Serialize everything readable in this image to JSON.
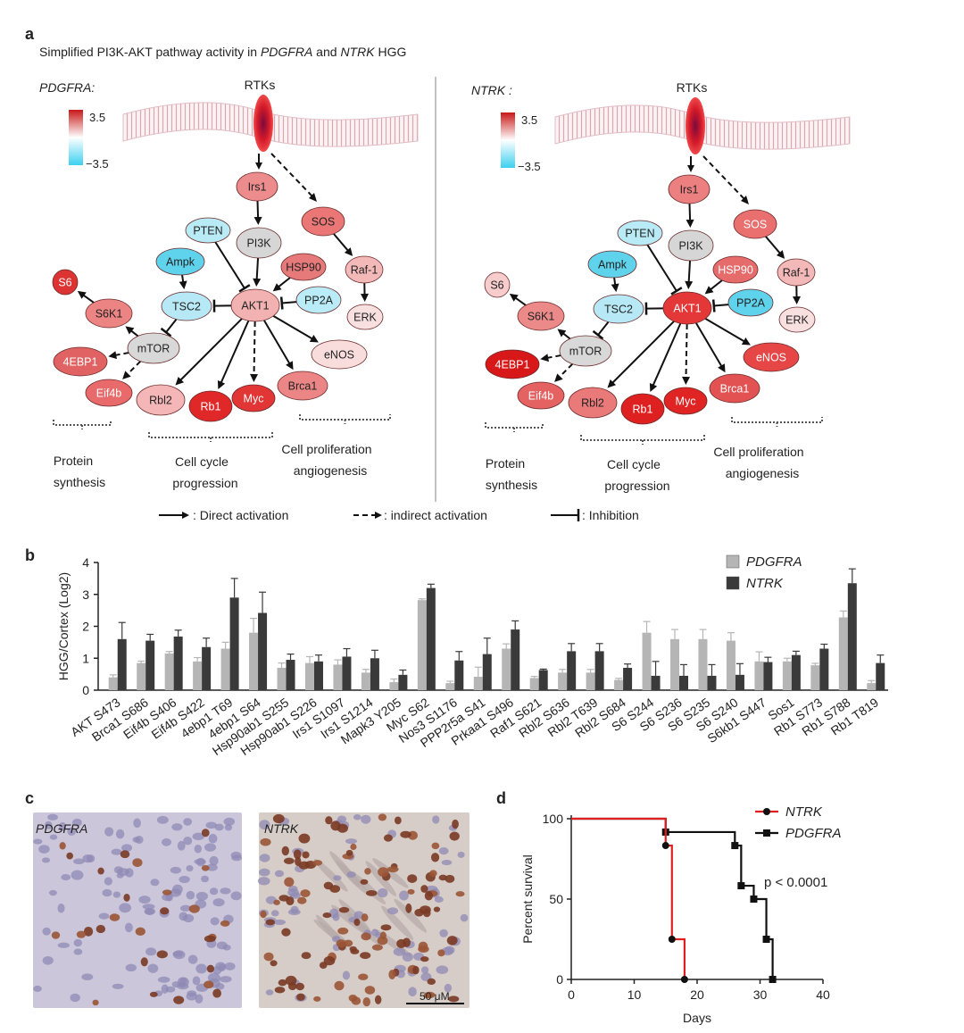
{
  "figure": {
    "panel_a": {
      "letter": "a",
      "title_parts": [
        "Simplified PI3K-AKT pathway activity in ",
        "PDGFRA",
        " and ",
        "NTRK",
        " HGG"
      ],
      "scale_max": "3.5",
      "scale_min": "−3.5",
      "membrane_label": "RTKs",
      "colors": {
        "up": "#e02020",
        "down": "#46d3ef",
        "neutral": "#d4d4d4"
      },
      "diagrams": [
        {
          "label": "PDGFRA:",
          "nodes": [
            {
              "id": "irs1",
              "text": "Irs1",
              "color": "#ec8c8c"
            },
            {
              "id": "sos",
              "text": "SOS",
              "color": "#ea7676"
            },
            {
              "id": "pten",
              "text": "PTEN",
              "color": "#b9ebf6"
            },
            {
              "id": "pi3k",
              "text": "PI3K",
              "color": "#d6d6d6"
            },
            {
              "id": "hsp90",
              "text": "HSP90",
              "color": "#e67a7a"
            },
            {
              "id": "raf1",
              "text": "Raf-1",
              "color": "#f3b8b8"
            },
            {
              "id": "ampk",
              "text": "Ampk",
              "color": "#5fd2ec"
            },
            {
              "id": "akt1",
              "text": "AKT1",
              "color": "#f2b2b2"
            },
            {
              "id": "pp2a",
              "text": "PP2A",
              "color": "#b9ecf6"
            },
            {
              "id": "erk",
              "text": "ERK",
              "color": "#f8e0e0"
            },
            {
              "id": "tsc2",
              "text": "TSC2",
              "color": "#b6e9f5"
            },
            {
              "id": "s6",
              "text": "S6",
              "color": "#dc3333"
            },
            {
              "id": "s6k1",
              "text": "S6K1",
              "color": "#ec8484"
            },
            {
              "id": "mtor",
              "text": "mTOR",
              "color": "#d8d8d8"
            },
            {
              "id": "4ebp1",
              "text": "4EBP1",
              "color": "#e06262"
            },
            {
              "id": "enos",
              "text": "eNOS",
              "color": "#f9dddd"
            },
            {
              "id": "eif4b",
              "text": "Eif4b",
              "color": "#e86a6a"
            },
            {
              "id": "rbl2",
              "text": "Rbl2",
              "color": "#f4b6b6"
            },
            {
              "id": "rb1",
              "text": "Rb1",
              "color": "#e02828"
            },
            {
              "id": "myc",
              "text": "Myc",
              "color": "#e23535"
            },
            {
              "id": "brca1",
              "text": "Brca1",
              "color": "#ec8585"
            }
          ]
        },
        {
          "label": "NTRK :",
          "nodes": [
            {
              "id": "irs1",
              "text": "Irs1",
              "color": "#ec8080"
            },
            {
              "id": "sos",
              "text": "SOS",
              "color": "#ea7070"
            },
            {
              "id": "pten",
              "text": "PTEN",
              "color": "#b9ebf6"
            },
            {
              "id": "pi3k",
              "text": "PI3K",
              "color": "#d6d6d6"
            },
            {
              "id": "hsp90",
              "text": "HSP90",
              "color": "#e66c6c"
            },
            {
              "id": "raf1",
              "text": "Raf-1",
              "color": "#f3b8b8"
            },
            {
              "id": "ampk",
              "text": "Ampk",
              "color": "#5fd2ec"
            },
            {
              "id": "akt1",
              "text": "AKT1",
              "color": "#e43838"
            },
            {
              "id": "pp2a",
              "text": "PP2A",
              "color": "#5fd2ec"
            },
            {
              "id": "erk",
              "text": "ERK",
              "color": "#f8e0e0"
            },
            {
              "id": "tsc2",
              "text": "TSC2",
              "color": "#b6e9f5"
            },
            {
              "id": "s6",
              "text": "S6",
              "color": "#f6cccc"
            },
            {
              "id": "s6k1",
              "text": "S6K1",
              "color": "#ec8a8a"
            },
            {
              "id": "mtor",
              "text": "mTOR",
              "color": "#d8d8d8"
            },
            {
              "id": "4ebp1",
              "text": "4EBP1",
              "color": "#d81818"
            },
            {
              "id": "enos",
              "text": "eNOS",
              "color": "#e64646"
            },
            {
              "id": "eif4b",
              "text": "Eif4b",
              "color": "#e46262"
            },
            {
              "id": "rbl2",
              "text": "Rbl2",
              "color": "#ea7a7a"
            },
            {
              "id": "rb1",
              "text": "Rb1",
              "color": "#de2020"
            },
            {
              "id": "myc",
              "text": "Myc",
              "color": "#e02424"
            },
            {
              "id": "brca1",
              "text": "Brca1",
              "color": "#e25252"
            }
          ]
        }
      ],
      "group_labels": {
        "protein": [
          "Protein",
          "synthesis"
        ],
        "cellcycle": [
          "Cell cycle",
          "progression"
        ],
        "prolif": [
          "Cell proliferation",
          "angiogenesis"
        ]
      },
      "legend": {
        "direct": ": Direct activation",
        "indirect": ": indirect activation",
        "inhibition": ": Inhibition"
      }
    },
    "panel_b": {
      "letter": "b",
      "chart_data": {
        "type": "bar",
        "ylabel": "HGG/Cortex (Log2)",
        "ylim": [
          0,
          4
        ],
        "yticks": [
          "0",
          "1",
          "2",
          "3",
          "4"
        ],
        "legend_placement": "top-right",
        "categories": [
          "AKT S473",
          "Brca1 S686",
          "Eif4b S406",
          "Eif4b S422",
          "4ebp1 T69",
          "4ebp1 S64",
          "Hsp90ab1 S255",
          "Hsp90ab1 S226",
          "Irs1 S1097",
          "Irs1 S1214",
          "Mapk3 Y205",
          "Myc S62",
          "Nos3 S1176",
          "PPP2r5a S41",
          "Prkaa1 S496",
          "Raf1 S621",
          "Rbl2 S636",
          "Rbl2 T639",
          "Rbl2 S684",
          "S6 S244",
          "S6 S236",
          "S6 S235",
          "S6 S240",
          "S6kb1 S447",
          "Sos1",
          "Rb1 S773",
          "Rb1 S788",
          "Rb1 T819"
        ],
        "series": [
          {
            "name": "PDGFRA",
            "color": "#b5b5b5",
            "values": [
              0.4,
              0.85,
              1.15,
              0.9,
              1.3,
              1.8,
              0.7,
              0.85,
              0.8,
              0.55,
              0.25,
              2.82,
              0.22,
              0.42,
              1.3,
              0.38,
              0.55,
              0.55,
              0.32,
              1.8,
              1.6,
              1.6,
              1.55,
              0.9,
              0.9,
              0.78,
              2.28,
              0.22
            ],
            "errors": [
              0.08,
              0.06,
              0.06,
              0.12,
              0.2,
              0.45,
              0.15,
              0.2,
              0.15,
              0.1,
              0.1,
              0.04,
              0.06,
              0.3,
              0.15,
              0.05,
              0.1,
              0.1,
              0.05,
              0.35,
              0.3,
              0.3,
              0.25,
              0.3,
              0.1,
              0.06,
              0.2,
              0.08
            ]
          },
          {
            "name": "NTRK",
            "color": "#3a3a3a",
            "values": [
              1.6,
              1.55,
              1.68,
              1.35,
              2.9,
              2.42,
              0.95,
              0.9,
              1.05,
              1.0,
              0.48,
              3.2,
              0.93,
              1.13,
              1.9,
              0.63,
              1.22,
              1.22,
              0.7,
              0.45,
              0.45,
              0.45,
              0.48,
              0.88,
              1.1,
              1.3,
              3.35,
              0.85
            ],
            "errors": [
              0.52,
              0.2,
              0.2,
              0.28,
              0.6,
              0.65,
              0.18,
              0.2,
              0.25,
              0.25,
              0.15,
              0.12,
              0.28,
              0.5,
              0.27,
              0.03,
              0.24,
              0.24,
              0.12,
              0.45,
              0.35,
              0.35,
              0.35,
              0.15,
              0.12,
              0.14,
              0.45,
              0.25
            ]
          }
        ]
      }
    },
    "panel_c": {
      "letter": "c",
      "left_label": "PDGFRA",
      "right_label": "NTRK",
      "scale_bar": "50 μM"
    },
    "panel_d": {
      "letter": "d",
      "chart_data": {
        "type": "line",
        "step": true,
        "xlabel": "Days",
        "ylabel": "Percent survival",
        "xlim": [
          0,
          40
        ],
        "ylim": [
          0,
          100
        ],
        "xticks": [
          "0",
          "10",
          "20",
          "30",
          "40"
        ],
        "yticks": [
          "0",
          "50",
          "100"
        ],
        "annotation": "p < 0.0001",
        "series": [
          {
            "name": "NTRK",
            "color": "#e02020",
            "marker": "circle",
            "points": [
              [
                0,
                100
              ],
              [
                15,
                100
              ],
              [
                15,
                83.3
              ],
              [
                16,
                83.3
              ],
              [
                16,
                25
              ],
              [
                18,
                25
              ],
              [
                18,
                0
              ]
            ],
            "marks": [
              [
                15,
                83.3
              ],
              [
                16,
                25
              ],
              [
                18,
                0
              ]
            ]
          },
          {
            "name": "PDGFRA",
            "color": "#111111",
            "marker": "square",
            "points": [
              [
                0,
                100
              ],
              [
                15,
                100
              ],
              [
                15,
                91.7
              ],
              [
                26,
                91.7
              ],
              [
                26,
                83.3
              ],
              [
                27,
                83.3
              ],
              [
                27,
                58.3
              ],
              [
                29,
                58.3
              ],
              [
                29,
                50
              ],
              [
                31,
                50
              ],
              [
                31,
                25
              ],
              [
                32,
                25
              ],
              [
                32,
                0
              ]
            ],
            "marks": [
              [
                15,
                91.7
              ],
              [
                26,
                83.3
              ],
              [
                27,
                58.3
              ],
              [
                29,
                50
              ],
              [
                31,
                25
              ],
              [
                32,
                0
              ]
            ]
          }
        ]
      }
    }
  }
}
